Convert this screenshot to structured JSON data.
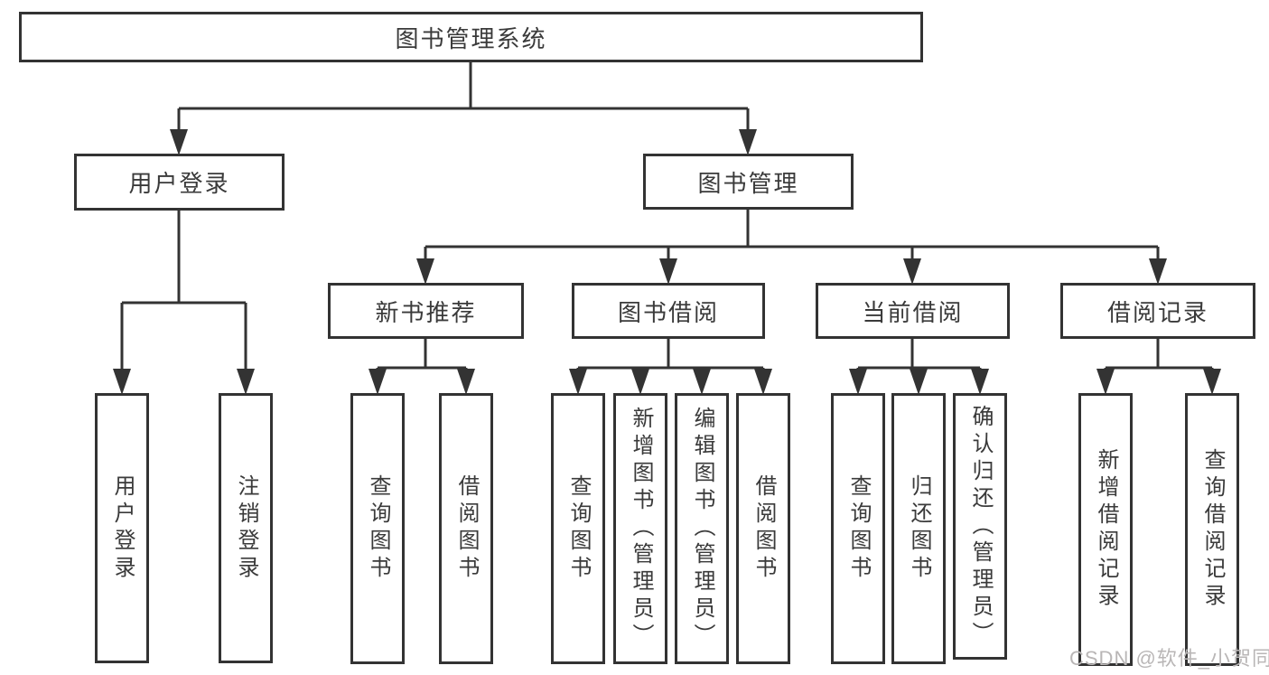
{
  "diagram": {
    "title": "图书管理系统",
    "level2": {
      "user_login": "用户登录",
      "book_mgmt": "图书管理"
    },
    "level3": {
      "new_book_rec": "新书推荐",
      "book_borrow": "图书借阅",
      "current_borrow": "当前借阅",
      "borrow_record": "借阅记录"
    },
    "leaves": {
      "user_login": "用户登录",
      "logout": "注销登录",
      "query_book_rec": "查询图书",
      "borrow_book_rec": "借阅图书",
      "query_book_borrow": "查询图书",
      "add_book_admin": "新增图书（管理员）",
      "edit_book_admin": "编辑图书（管理员）",
      "borrow_book_borrow": "借阅图书",
      "query_book_current": "查询图书",
      "return_book": "归还图书",
      "confirm_return_admin": "确认归还（管理员）",
      "add_borrow_record": "新增借阅记录",
      "query_borrow_record": "查询借阅记录"
    }
  },
  "watermark": "CSDN @软件_小贺同学",
  "colors": {
    "line": "#333333",
    "text": "#3a3a3a",
    "watermark": "#b9b6b6",
    "background": "#ffffff"
  }
}
